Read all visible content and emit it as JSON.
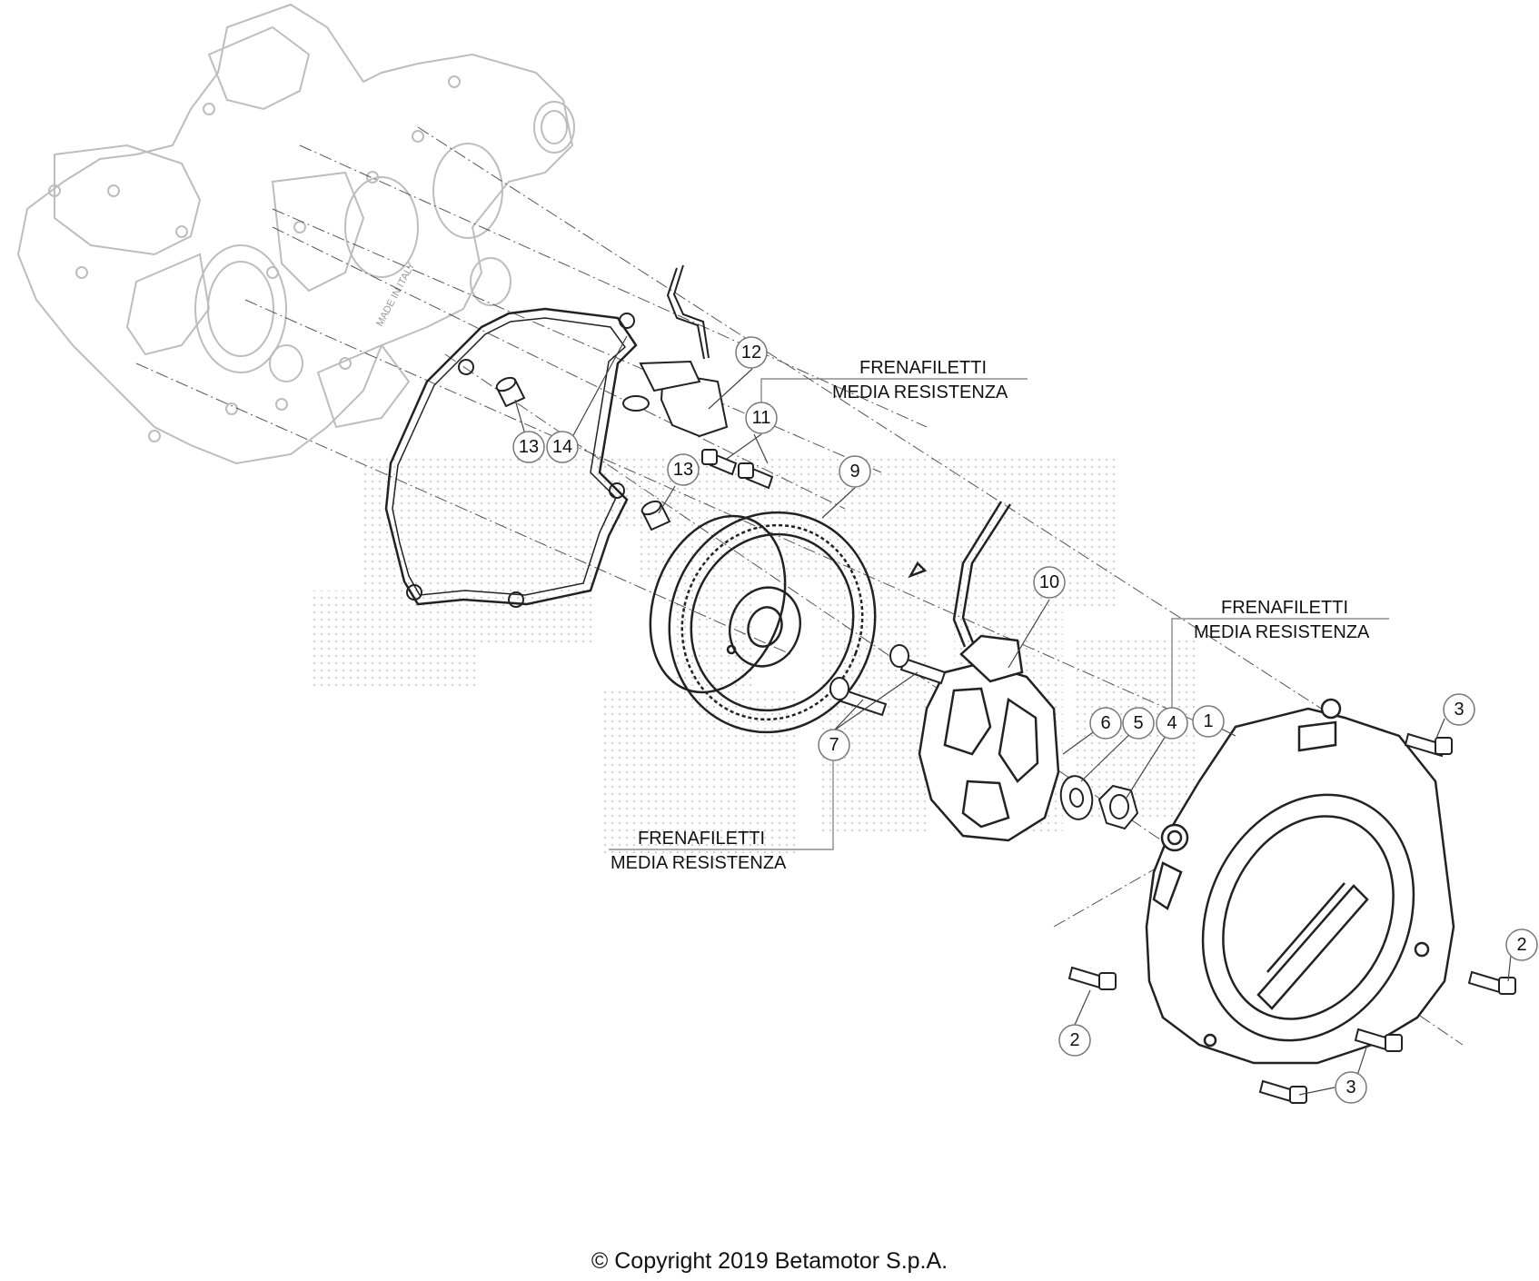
{
  "notes": [
    {
      "line1": "FRENAFILETTI",
      "line2": "MEDIA RESISTENZA"
    },
    {
      "line1": "FRENAFILETTI",
      "line2": "MEDIA RESISTENZA"
    },
    {
      "line1": "FRENAFILETTI",
      "line2": "MEDIA RESISTENZA"
    }
  ],
  "callouts": [
    "12",
    "11",
    "13",
    "14",
    "13",
    "9",
    "10",
    "6",
    "5",
    "4",
    "1",
    "3",
    "7",
    "2",
    "2",
    "3"
  ],
  "engraving": "MADE IN ITALY",
  "copyright": "© Copyright 2019 Betamotor S.p.A.",
  "colors": {
    "line": "#222222",
    "ghost": "#bdbdbd",
    "watermark": "#cfcfcf"
  }
}
